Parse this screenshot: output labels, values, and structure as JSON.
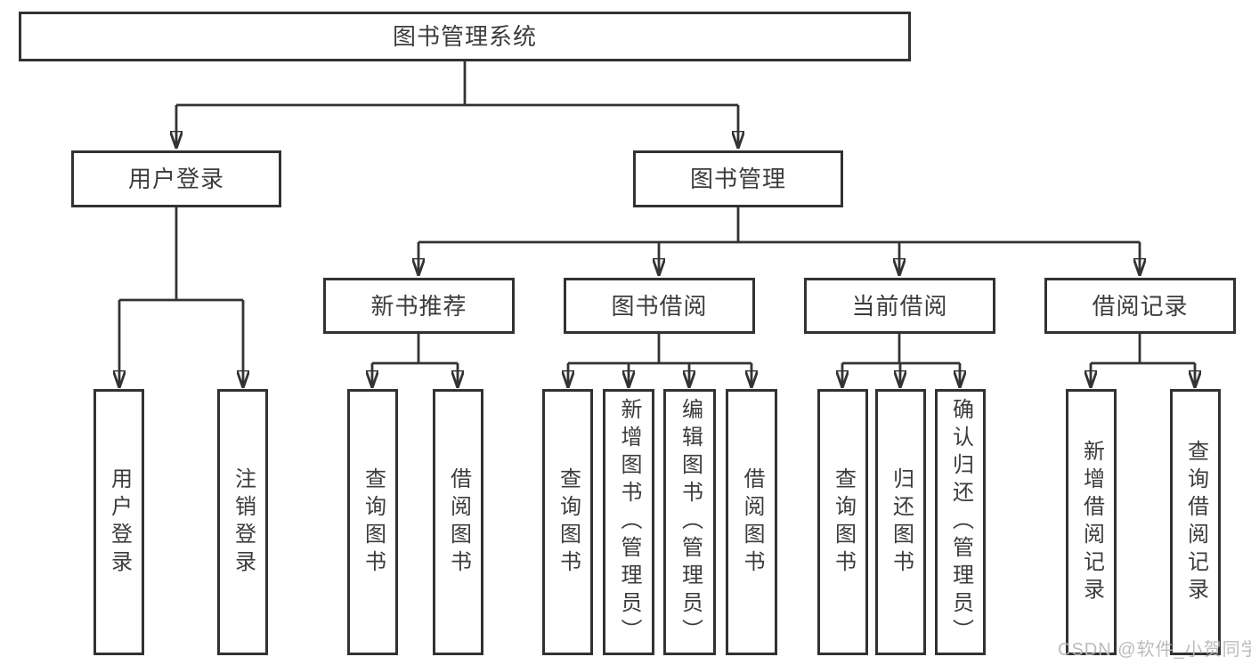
{
  "diagram_title": "图书管理系统",
  "tree": {
    "root": {
      "label": "图书管理系统"
    },
    "level2": {
      "user_login": {
        "label": "用户登录"
      },
      "book_mgmt": {
        "label": "图书管理"
      }
    },
    "level3": {
      "new_book_rec": {
        "label": "新书推荐"
      },
      "book_borrow": {
        "label": "图书借阅"
      },
      "current_borrow": {
        "label": "当前借阅"
      },
      "borrow_record": {
        "label": "借阅记录"
      }
    },
    "leaves": {
      "user_login": [
        {
          "label": "用户登录"
        },
        {
          "label": "注销登录"
        }
      ],
      "new_book_rec": [
        {
          "label": "查询图书"
        },
        {
          "label": "借阅图书"
        }
      ],
      "book_borrow": [
        {
          "label": "查询图书"
        },
        {
          "label": "新增图书（管理员）"
        },
        {
          "label": "编辑图书（管理员）"
        },
        {
          "label": "借阅图书"
        }
      ],
      "current_borrow": [
        {
          "label": "查询图书"
        },
        {
          "label": "归还图书"
        },
        {
          "label": "确认归还（管理员）"
        }
      ],
      "borrow_record": [
        {
          "label": "新增借阅记录"
        },
        {
          "label": "查询借阅记录"
        }
      ]
    }
  },
  "watermark": {
    "text": "CSDN @软件_小贺同学"
  },
  "colors": {
    "line": "#333333",
    "box_border": "#323232",
    "text": "#3c3c3c",
    "background": "#ffffff",
    "watermark": "#b8b8b8"
  }
}
